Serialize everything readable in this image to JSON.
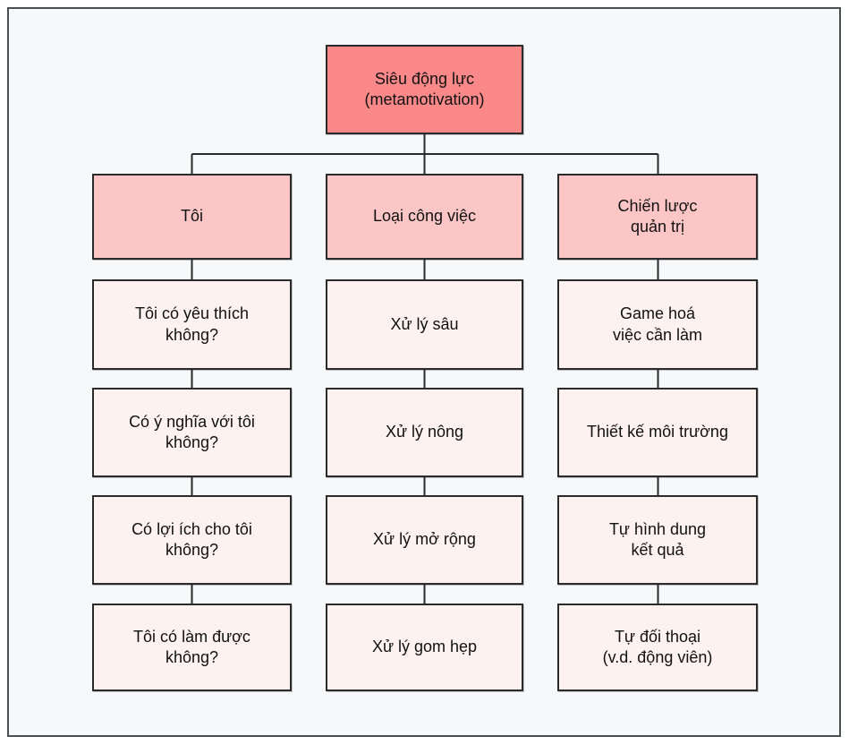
{
  "diagram": {
    "title_text": "Siêu động lực\n(metamotivation)",
    "colors": {
      "canvas": "#ffffff",
      "frame_background": "#f6f8fa",
      "frame_border": "#4a4f52",
      "root_fill": "#fc8989",
      "category_fill": "#fcc6c6",
      "leaf_fill": "#fdf2f0",
      "node_border": "#2b2b2b",
      "connector": "#2b2b2b",
      "text": "#111111"
    },
    "root": {
      "label": "Siêu động lực\n(metamotivation)"
    },
    "columns": [
      {
        "header": "Tôi",
        "items": [
          "Tôi có yêu thích\nkhông?",
          "Có ý nghĩa với tôi\nkhông?",
          "Có lợi ích cho tôi\nkhông?",
          "Tôi có làm được\nkhông?"
        ]
      },
      {
        "header": "Loại công việc",
        "items": [
          "Xử lý sâu",
          "Xử lý nông",
          "Xử lý mở rộng",
          "Xử lý gom hẹp"
        ]
      },
      {
        "header": "Chiến lược\nquản trị",
        "items": [
          "Game hoá\nviệc cần làm",
          "Thiết kế môi trường",
          "Tự hình dung\nkết quả",
          "Tự đối thoại\n(v.d. động viên)"
        ]
      }
    ]
  }
}
